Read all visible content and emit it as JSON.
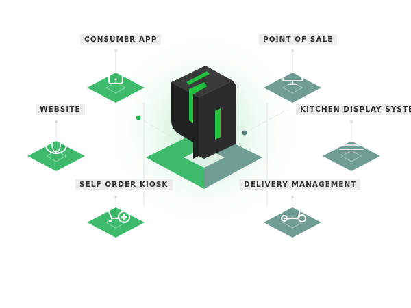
{
  "colors": {
    "green": "#3dba6b",
    "teal": "#6f9d94",
    "cube": "#2b2b2b",
    "accent": "#1fc13f"
  },
  "center": {
    "icon": "logo-cube-icon"
  },
  "nodes": [
    {
      "id": "consumer-app",
      "label": "CONSUMER APP",
      "icon": "mobile-app-icon",
      "color": "green"
    },
    {
      "id": "point-of-sale",
      "label": "POINT OF SALE",
      "icon": "monitor-icon",
      "color": "teal"
    },
    {
      "id": "website",
      "label": "WEBSITE",
      "icon": "globe-icon",
      "color": "green"
    },
    {
      "id": "kitchen-display-system",
      "label": "KITCHEN DISPLAY SYSTEM",
      "icon": "display-icon",
      "color": "teal"
    },
    {
      "id": "self-order-kiosk",
      "label": "SELF ORDER KIOSK",
      "icon": "cart-plus-icon",
      "color": "green"
    },
    {
      "id": "delivery-management",
      "label": "DELIVERY MANAGEMENT",
      "icon": "scooter-icon",
      "color": "teal"
    }
  ]
}
